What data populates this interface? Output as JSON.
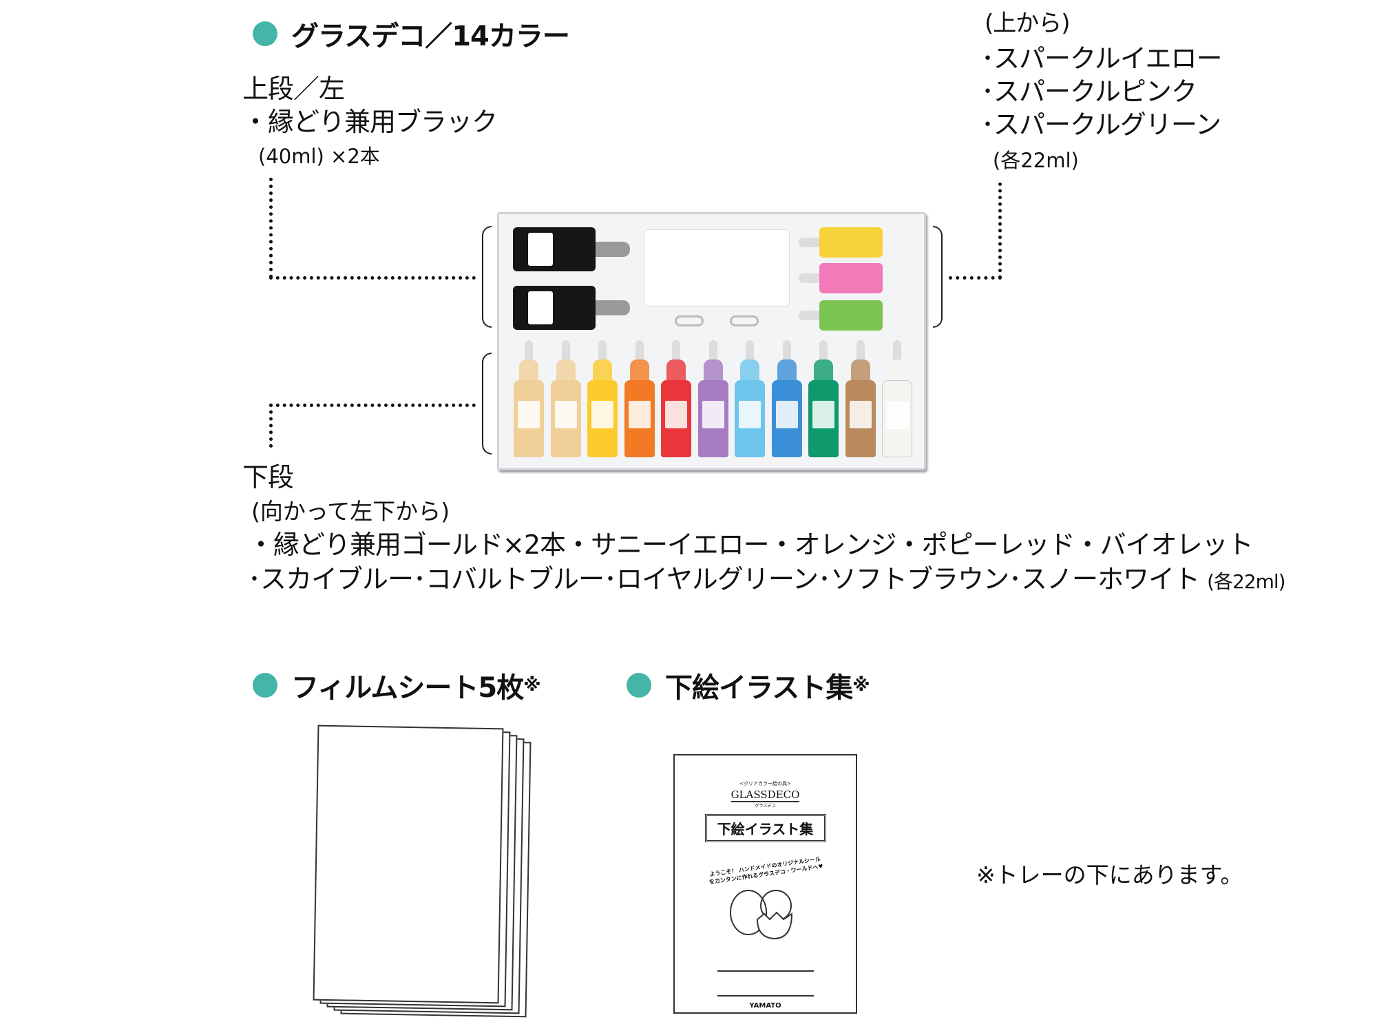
{
  "heading_main": "グラスデコ／14カラー",
  "upper": {
    "title": "上段／左",
    "item": "・縁どり兼用ブラック",
    "qty": "(40ml) ×2本"
  },
  "upper_right": {
    "title": "(上から)",
    "items": [
      "･スパークルイエロー",
      "･スパークルピンク",
      "･スパークルグリーン"
    ],
    "qty": "(各22ml)"
  },
  "lower": {
    "title": "下段",
    "sub": "(向かって左下から)",
    "line1": "・縁どり兼用ゴールド×2本・サニーイエロー・オレンジ・ポピーレッド・バイオレット",
    "line2": "･スカイブルー･コバルトブルー･ロイヤルグリーン･ソフトブラウン･スノーホワイト",
    "line2_qty": "(各22ml)"
  },
  "heading_film": "フィルムシート5枚",
  "heading_film_mark": "※",
  "heading_illust": "下絵イラスト集",
  "heading_illust_mark": "※",
  "note": "※トレーの下にあります。",
  "booklet": {
    "subtitle": "<クリアカラー絵の具>",
    "logo": "GLASSDECO",
    "logo_kana": "グラスデコ",
    "title": "下絵イラスト集",
    "welcome": "ようこそ！ ハンドメイドのオリジナルシールをカンタンに作れるグラスデコ・ワールドへ♥",
    "brand": "YAMATO"
  },
  "colors": {
    "accent": "#43b6a8",
    "black": "#161616",
    "top_right": [
      "#f7d23a",
      "#f27ab8",
      "#7cc552"
    ],
    "bottom": [
      "#f0cf98",
      "#f0cf98",
      "#fcca2c",
      "#f27a24",
      "#e8363a",
      "#a57bc2",
      "#6ec5ec",
      "#3a8fd8",
      "#0f9a6e",
      "#b88a5c",
      "#f4f4f0"
    ]
  }
}
